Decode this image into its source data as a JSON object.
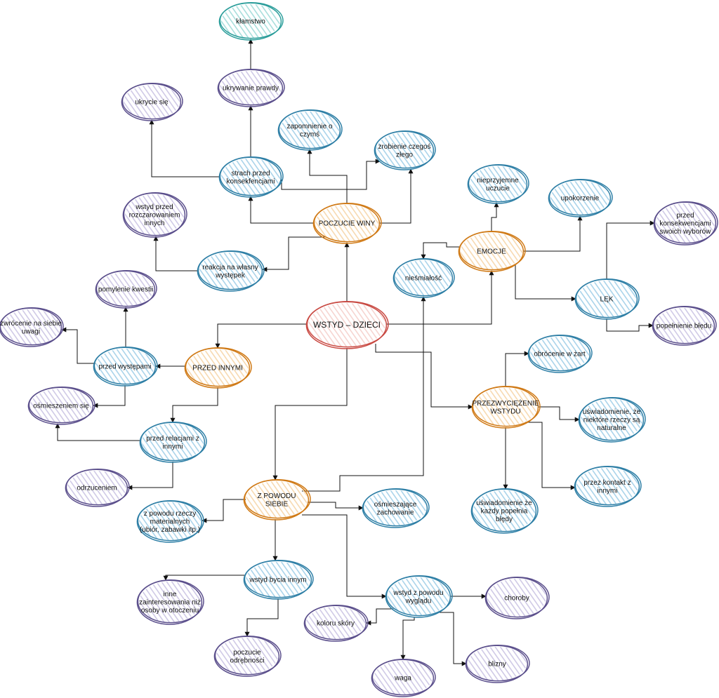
{
  "nodes": [
    {
      "id": "root",
      "label": "WSTYD – DZIECI",
      "color": "red"
    },
    {
      "id": "poczucie_winy",
      "label": "POCZUCIE WINY",
      "color": "orange"
    },
    {
      "id": "emocje",
      "label": "EMOCJE",
      "color": "orange"
    },
    {
      "id": "przed_innymi",
      "label": "PRZED INNYMI",
      "color": "orange"
    },
    {
      "id": "z_powodu_siebie",
      "label": "Z POWODU SIEBIE",
      "color": "orange"
    },
    {
      "id": "przezwyciezenie",
      "label": "PRZEZWYCIĘŻENIE WSTYDU",
      "color": "orange"
    },
    {
      "id": "klamstwo",
      "label": "kłamstwo",
      "color": "teal"
    },
    {
      "id": "ukrywanie",
      "label": "ukrywanie prawdy",
      "color": "purple"
    },
    {
      "id": "ukrycie",
      "label": "ukrycie się",
      "color": "purple"
    },
    {
      "id": "strach",
      "label": "strach przed konsekfencjami",
      "color": "blue"
    },
    {
      "id": "zapomnienie",
      "label": "zapomnienie o czymś",
      "color": "blue"
    },
    {
      "id": "zrobienie",
      "label": "zrobienie czegoś złego",
      "color": "blue"
    },
    {
      "id": "wstyd_rozczar",
      "label": "wstyd przed rozczarowaniem innych",
      "color": "purple"
    },
    {
      "id": "reakcja",
      "label": "reakcja na własny występek",
      "color": "blue"
    },
    {
      "id": "nieprzyjemne",
      "label": "nieprzyjemne uczucie",
      "color": "blue"
    },
    {
      "id": "upokorzenie",
      "label": "upokorzenie",
      "color": "blue"
    },
    {
      "id": "przed_konsekw",
      "label": "przed konsekwencjami swoich wyborów",
      "color": "purple"
    },
    {
      "id": "niesmialosc",
      "label": "nieśmiałość",
      "color": "blue"
    },
    {
      "id": "lek",
      "label": "LĘK",
      "color": "blue"
    },
    {
      "id": "popelnienie",
      "label": "popełnienie błędu",
      "color": "purple"
    },
    {
      "id": "pomylenie",
      "label": "pomylenie kwestii",
      "color": "purple"
    },
    {
      "id": "zwrocenie",
      "label": "zwrócenie na siebie uwagi",
      "color": "purple"
    },
    {
      "id": "przed_wystepami",
      "label": "przed występami",
      "color": "blue"
    },
    {
      "id": "osmieszeniem",
      "label": "ośmieszeniem się",
      "color": "purple"
    },
    {
      "id": "przed_relacjami",
      "label": "przed relacjami z innymi",
      "color": "blue"
    },
    {
      "id": "odrzuceniem",
      "label": "odrzuceniem",
      "color": "purple"
    },
    {
      "id": "obrocenie",
      "label": "obrócenie w żart",
      "color": "blue"
    },
    {
      "id": "uswiadomienie_naturalne",
      "label": "uświadomienie, że niektóre rzeczy są naturalne",
      "color": "blue"
    },
    {
      "id": "uswiadomienie_bledy",
      "label": "uświadomienie że każdy popełnia błędy",
      "color": "blue"
    },
    {
      "id": "kontakt",
      "label": "przez kontakt z innymi",
      "color": "blue"
    },
    {
      "id": "materialne",
      "label": "z powodu rzeczy materialnych (ubiór, zabawki itp.)",
      "color": "blue"
    },
    {
      "id": "osmieszajace",
      "label": "ośmieszające zachowanie",
      "color": "blue"
    },
    {
      "id": "bycia_innym",
      "label": "wstyd bycia innym",
      "color": "blue"
    },
    {
      "id": "inne_zaint",
      "label": "inne zainteresowania niż osoby w otoczeniu",
      "color": "purple"
    },
    {
      "id": "odrebnosc",
      "label": "poczucie odrębności",
      "color": "purple"
    },
    {
      "id": "wygladu",
      "label": "wstyd z powodu wyglądu",
      "color": "blue"
    },
    {
      "id": "choroby",
      "label": "choroby",
      "color": "purple"
    },
    {
      "id": "koloru",
      "label": "koloru skóry",
      "color": "purple"
    },
    {
      "id": "waga",
      "label": "waga",
      "color": "purple"
    },
    {
      "id": "blizny",
      "label": "blizny",
      "color": "purple"
    }
  ],
  "colors": {
    "red": "#c94a43",
    "orange": "#d07a16",
    "blue": "#2e7fa6",
    "teal": "#2a9d9a",
    "purple": "#5b4f8c",
    "blue_fill": "#a9d3ea",
    "teal_fill": "#a8dedc",
    "purple_fill": "#cfc9e6",
    "orange_fill": "#f7d9b0",
    "red_fill": "#f6d4d0"
  }
}
